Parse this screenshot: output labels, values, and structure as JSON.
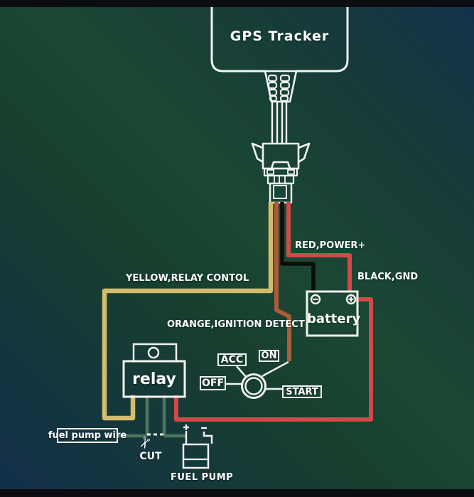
{
  "device": {
    "title": "GPS Tracker"
  },
  "colors": {
    "background_navy": "#12304c",
    "background_green": "#1b4733",
    "wire_red": "#cf4a48",
    "wire_black": "#0d0d0d",
    "wire_yellow": "#d3bc6e",
    "wire_orange": "#ac5c3c",
    "wire_green": "#4f7f62",
    "line_white": "#f2f4f2"
  },
  "wire_labels": {
    "red": "RED,POWER+",
    "black": "BLACK,GND",
    "yellow": "YELLOW,RELAY CONTOL",
    "orange": "ORANGE,IGNITION DETECT"
  },
  "battery": {
    "label": "battery"
  },
  "relay": {
    "label": "relay"
  },
  "ignition": {
    "acc": "ACC",
    "on": "ON",
    "off": "OFF",
    "start": "START"
  },
  "fuel": {
    "wire_label": "fuel pump wire",
    "cut": "CUT",
    "pump": "FUEL PUMP",
    "scissors": "✂"
  }
}
